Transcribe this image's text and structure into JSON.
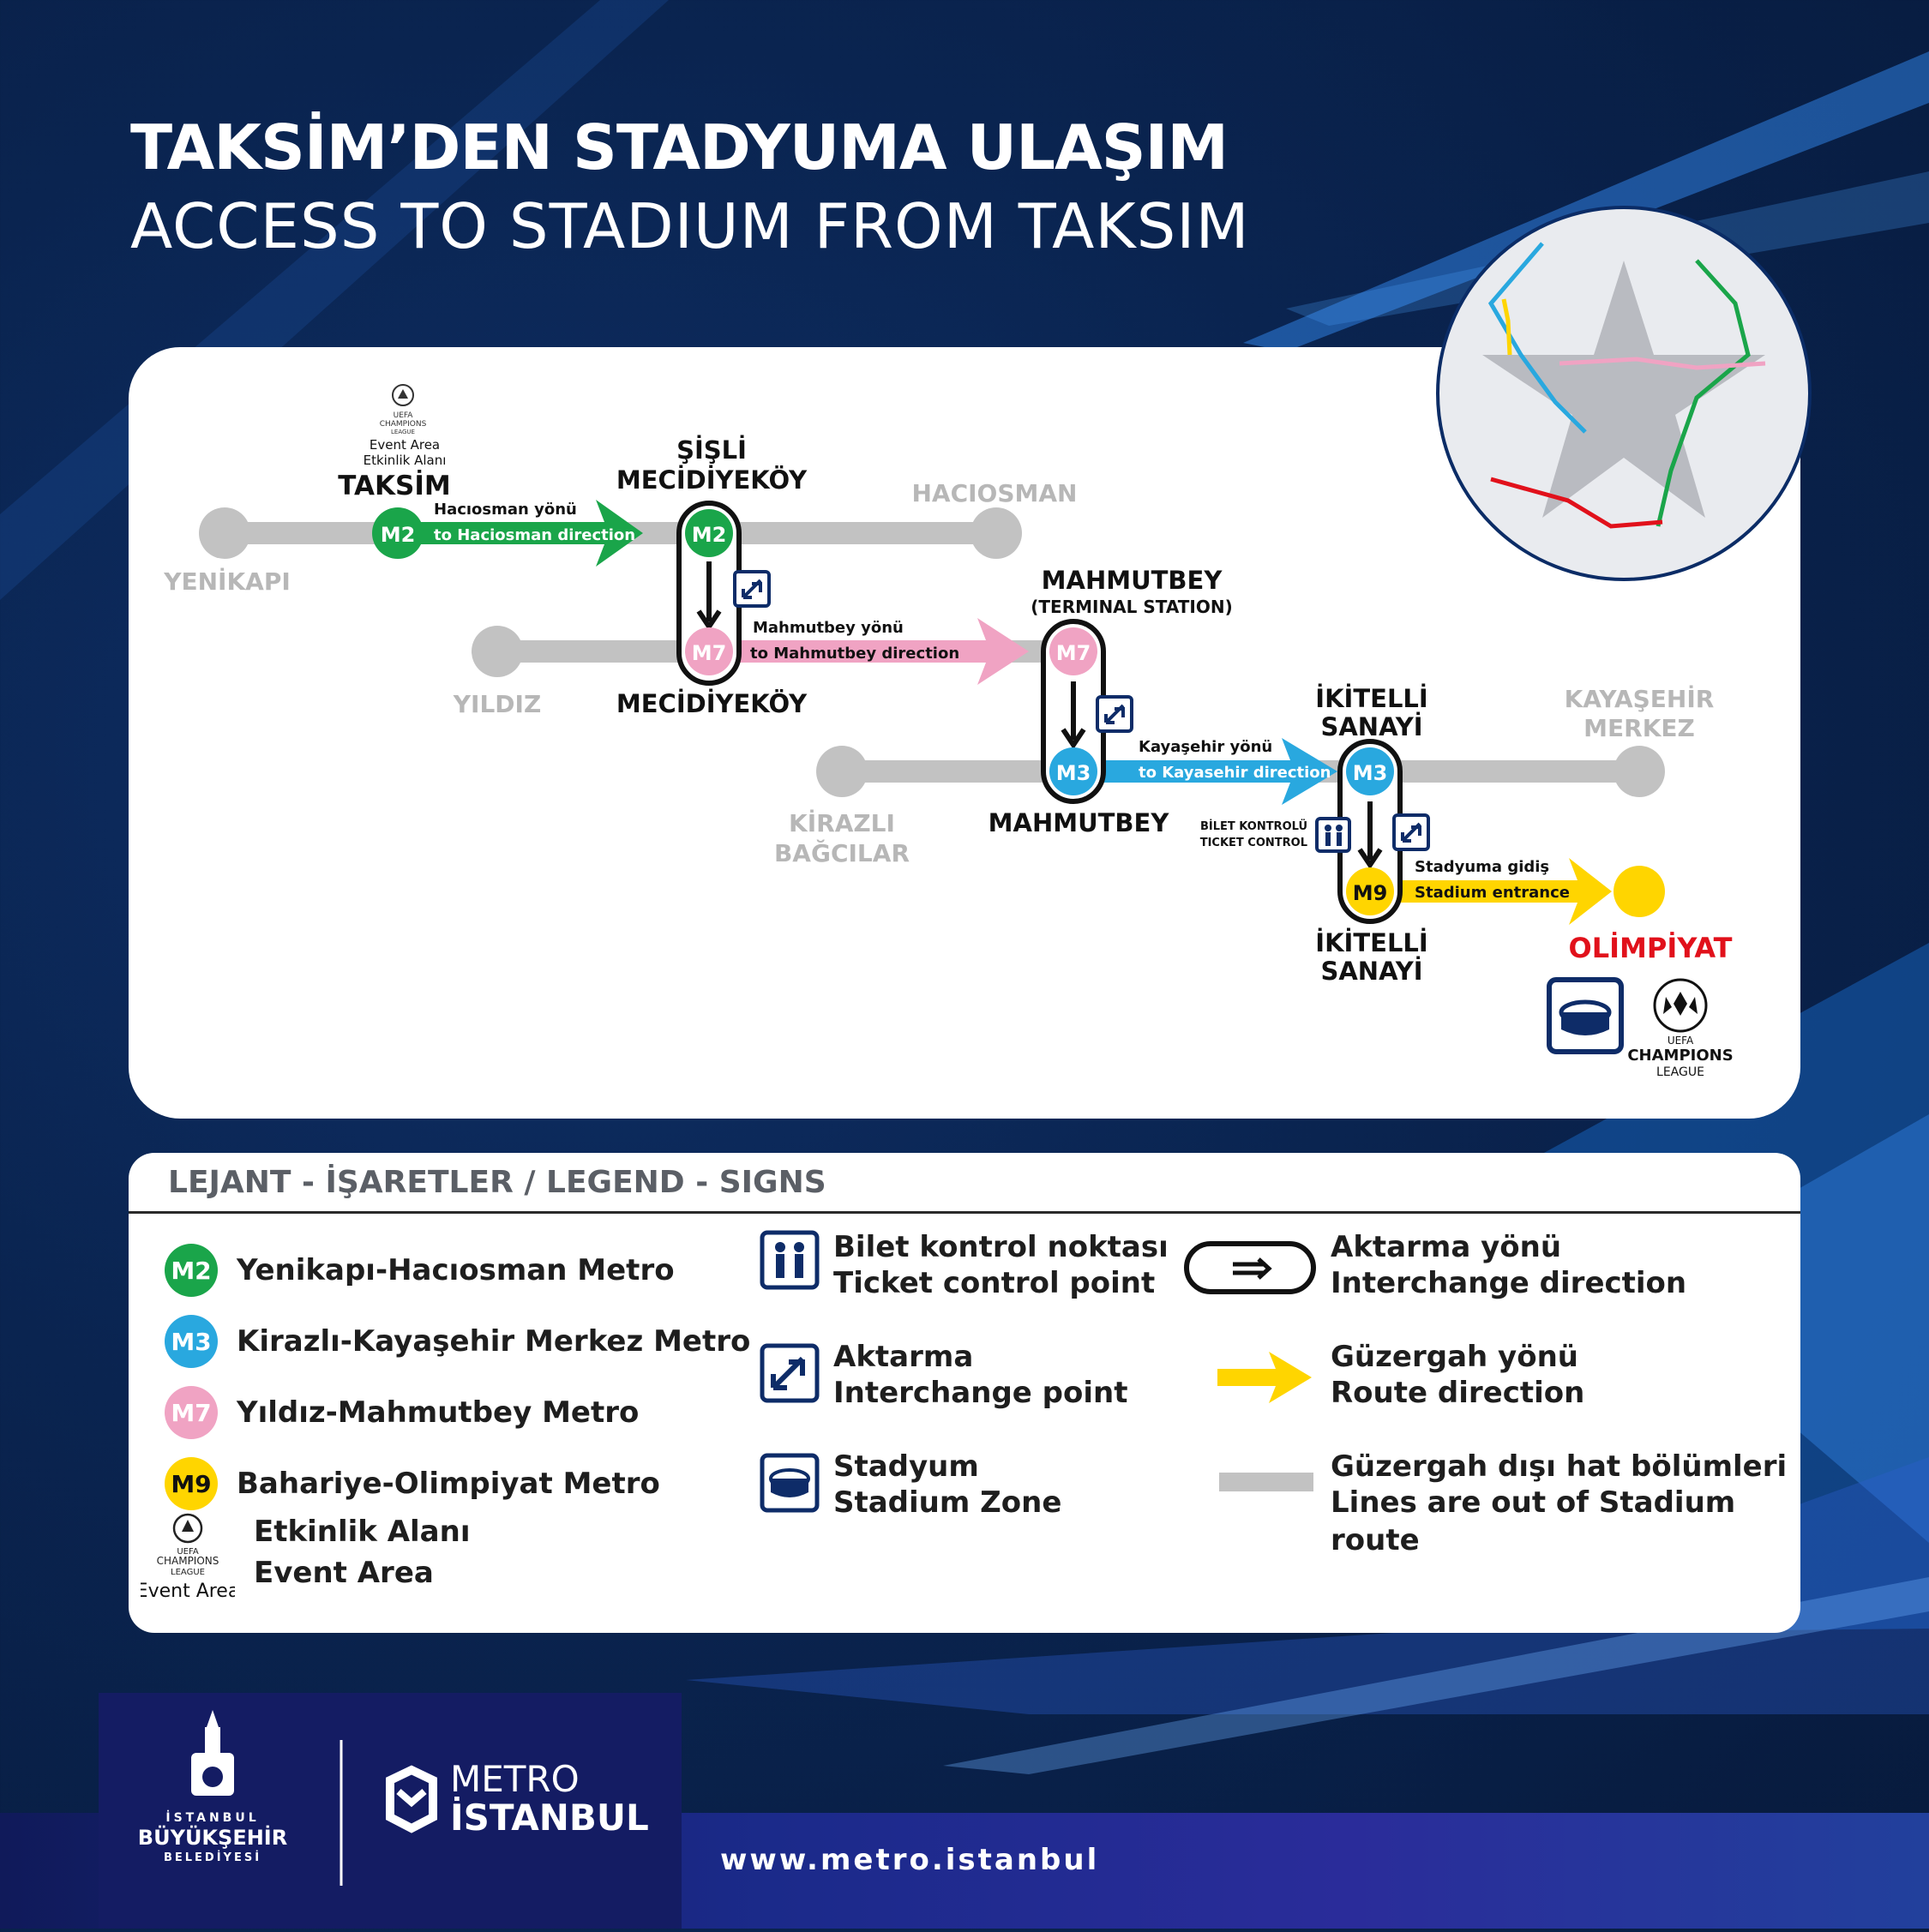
{
  "title": {
    "tr": "TAKSİM’DEN STADYUMA ULAŞIM",
    "en": "ACCESS TO STADIUM FROM TAKSIM"
  },
  "colors": {
    "m2": "#1aa54a",
    "m3": "#29a8df",
    "m7": "#f0a3c3",
    "m9": "#ffd500",
    "inactive": "#c2c2c2",
    "olimpiyat": "#e1111b",
    "dark_blue": "#0e2c68"
  },
  "map": {
    "event_area_small": {
      "brand_top": "CHAMPIONS",
      "brand_bottom": "LEAGUE",
      "brand_uefa": "UEFA",
      "label_en": "Event Area",
      "label_tr": "Etkinlik Alanı"
    },
    "stations": {
      "taksim": "TAKSİM",
      "yenikapi": "YENİKAPI",
      "sisli_1": "ŞİŞLİ",
      "sisli_2": "MECİDİYEKÖY",
      "haciosman": "HACIOSMAN",
      "yildiz": "YILDIZ",
      "mecidiyekoy": "MECİDİYEKÖY",
      "mahmutbey_terminal_1": "MAHMUTBEY",
      "mahmutbey_terminal_2": "(TERMINAL STATION)",
      "kirazli_1": "KİRAZLI",
      "kirazli_2": "BAĞCILAR",
      "mahmutbey": "MAHMUTBEY",
      "ikitelli_top_1": "İKİTELLİ",
      "ikitelli_top_2": "SANAYİ",
      "kayasehir_1": "KAYAŞEHİR",
      "kayasehir_2": "MERKEZ",
      "ikitelli_bottom_1": "İKİTELLİ",
      "ikitelli_bottom_2": "SANAYİ",
      "olimpiyat": "OLİMPİYAT"
    },
    "badges": {
      "m2": "M2",
      "m3": "M3",
      "m7": "M7",
      "m9": "M9"
    },
    "directions": {
      "m2_tr": "Hacıosman yönü",
      "m2_en": "to Haciosman direction",
      "m7_tr": "Mahmutbey yönü",
      "m7_en": "to Mahmutbey direction",
      "m3_tr": "Kayaşehir yönü",
      "m3_en": "to Kayasehir direction",
      "m9_tr": "Stadyuma gidiş",
      "m9_en": "Stadium entrance"
    },
    "ticket_control_1": "BİLET KONTROLÜ",
    "ticket_control_2": "TICKET CONTROL",
    "ucl_big_uefa": "UEFA",
    "ucl_big_1": "CHAMPIONS",
    "ucl_big_2": "LEAGUE"
  },
  "legend": {
    "title": "LEJANT - İŞARETLER / LEGEND - SIGNS",
    "lines": [
      {
        "badge": "M2",
        "label": "Yenikapı-Hacıosman Metro"
      },
      {
        "badge": "M3",
        "label": "Kirazlı-Kayaşehir Merkez Metro"
      },
      {
        "badge": "M7",
        "label": "Yıldız-Mahmutbey Metro"
      },
      {
        "badge": "M9",
        "label": "Bahariye-Olimpiyat Metro"
      }
    ],
    "event_area": {
      "icon_uefa": "UEFA",
      "icon_1": "CHAMPIONS",
      "icon_2": "LEAGUE",
      "icon_label": "Event Area",
      "tr": "Etkinlik Alanı",
      "en": "Event Area"
    },
    "ticket": {
      "tr": "Bilet kontrol noktası",
      "en": "Ticket control point"
    },
    "interchange_point": {
      "tr": "Aktarma",
      "en": "Interchange point"
    },
    "stadium": {
      "tr": "Stadyum",
      "en": "Stadium Zone"
    },
    "interchange_direction": {
      "tr": "Aktarma yönü",
      "en": "Interchange direction"
    },
    "route_direction": {
      "tr": "Güzergah yönü",
      "en": "Route direction"
    },
    "out_of_route": {
      "tr": "Güzergah dışı hat bölümleri",
      "en": "Lines are out of Stadium route"
    }
  },
  "footer": {
    "ibb_1": "İSTANBUL",
    "ibb_2": "BÜYÜKŞEHİR",
    "ibb_3": "BELEDİYESİ",
    "metro_1": "METRO",
    "metro_2": "İSTANBUL",
    "url": "www.metro.istanbul"
  }
}
